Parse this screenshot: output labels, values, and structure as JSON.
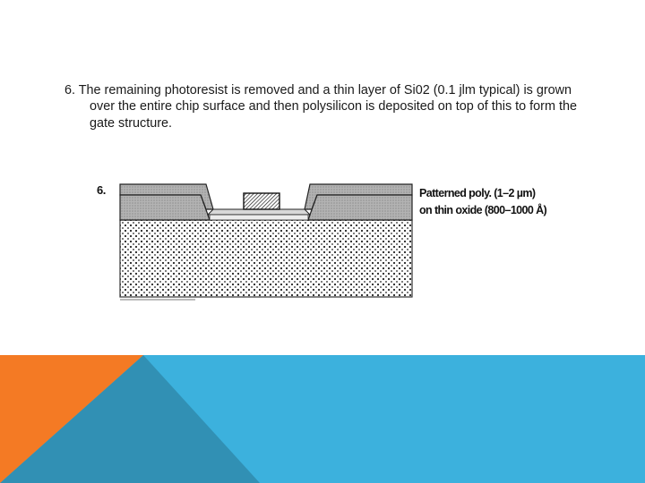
{
  "slide": {
    "body_text": "6. The remaining photoresist is removed and a thin layer of Si02 (0.1 jlm typical) is grown over the entire chip surface and then polysilicon is deposited on top of this to form the gate structure."
  },
  "figure": {
    "step_label": "6.",
    "caption_line1": "Patterned poly. (1–2  µm)",
    "caption_line2": "on thin oxide (800–1000 Å)"
  },
  "theme": {
    "accent_orange": "#F47A24",
    "accent_blue": "#3CB1DD",
    "accent_blue_dark": "#3190B4"
  }
}
